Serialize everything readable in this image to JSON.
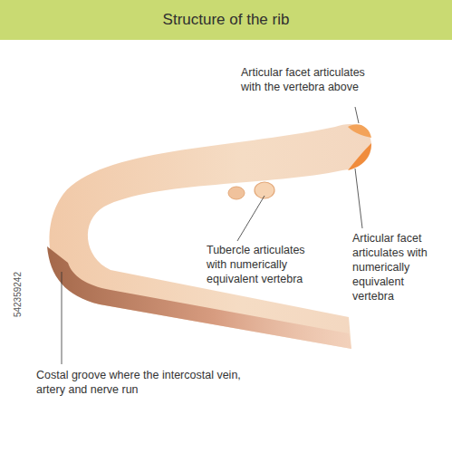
{
  "diagram": {
    "title": "Structure of the rib",
    "labels": [
      "Articular facet articulates with the vertebra above",
      "Tubercle articulates with numerically equivalent vertebra",
      "Articular facet articulates with numerically equivalent vertebra",
      "Costal groove where the intercostal vein, artery and nerve run",
      "542359242"
    ]
  }
}
